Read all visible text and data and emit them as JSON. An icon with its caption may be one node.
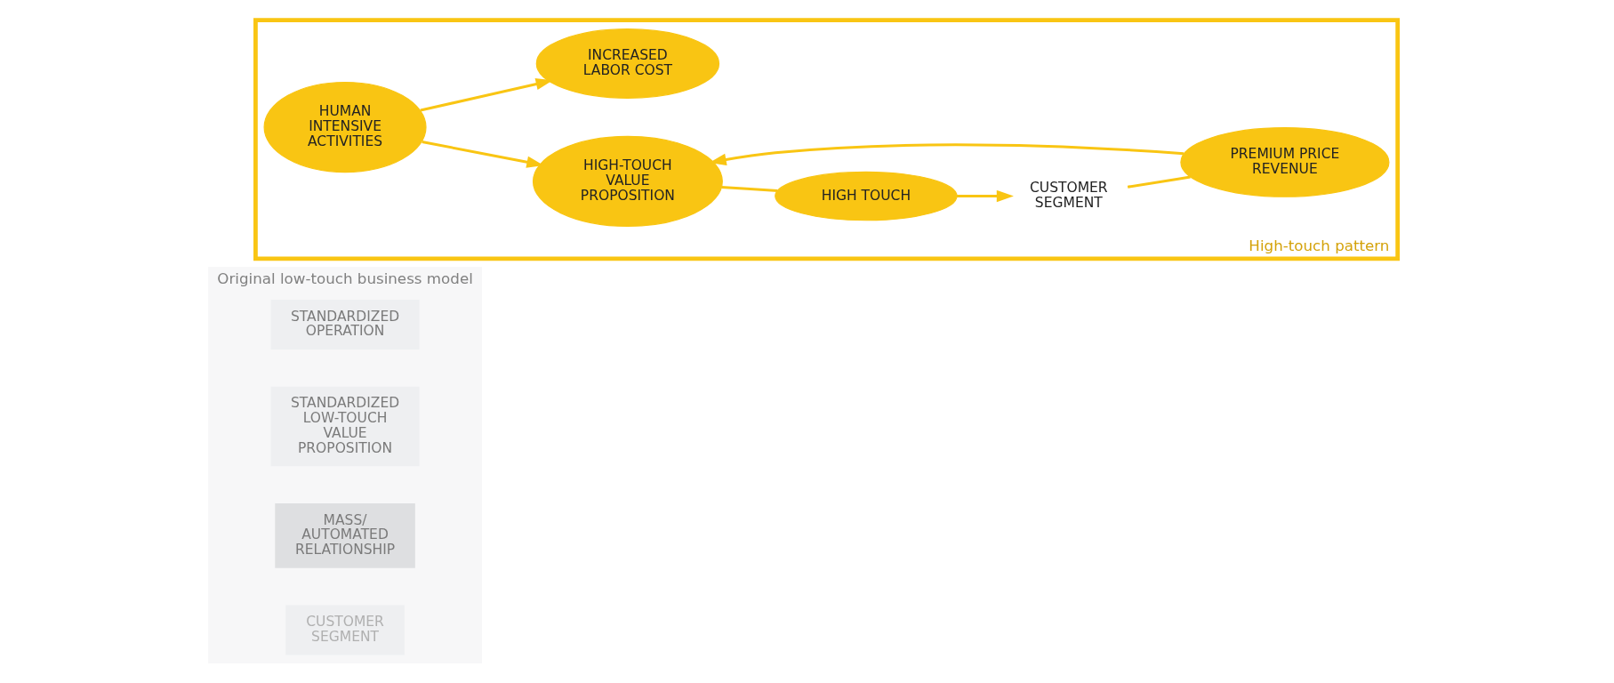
{
  "diagram": {
    "nodes": [
      {
        "text": [
          "Original low-touch business model"
        ]
      },
      {
        "text": [
          "STANDARDIZED OPERATION"
        ],
        "in": 0
      },
      {
        "text": [
          "STANDARDIZED LOW-TOUCH VALUE PROPOSITION"
        ],
        "in": 0
      },
      {
        "text": [
          "MASS/ AUTOMATED RELATIONSHIP"
        ],
        "in": 0
      },
      {
        "text": [
          "CUSTOMER SEGMENT"
        ],
        "in": 0
      },
      {
        "text": [
          "High-touch pattern"
        ]
      },
      {
        "text": [
          "HUMAN INTENSIVE ACTIVITIES"
        ],
        "in": 5
      },
      {
        "text": [
          "HIGH-TOUCH VALUE PROPOSITION"
        ],
        "in": 5
      },
      {
        "text": [
          "HIGH TOUCH"
        ],
        "in": 5
      },
      {
        "text": [
          "CUSTOMER SEGMENT"
        ],
        "in": 5
      },
      {
        "text": [
          "PREMIUM PRICE REVENUE"
        ],
        "in": 5
      },
      {
        "text": [
          "INCREASED LABOR COST"
        ],
        "in": 5
      }
    ],
    "edges": [
      {
        "from": 6,
        "to": 7,
        "arrow": "to"
      },
      {
        "from": 6,
        "to": 11,
        "arrow": "to"
      },
      {
        "from": 7,
        "to": 8,
        "arrow": "none"
      },
      {
        "from": 8,
        "to": 9,
        "arrow": "to"
      },
      {
        "from": 9,
        "to": 10,
        "arrow": "none"
      },
      {
        "from": 10,
        "to": 7,
        "arrow": "to"
      }
    ]
  }
}
